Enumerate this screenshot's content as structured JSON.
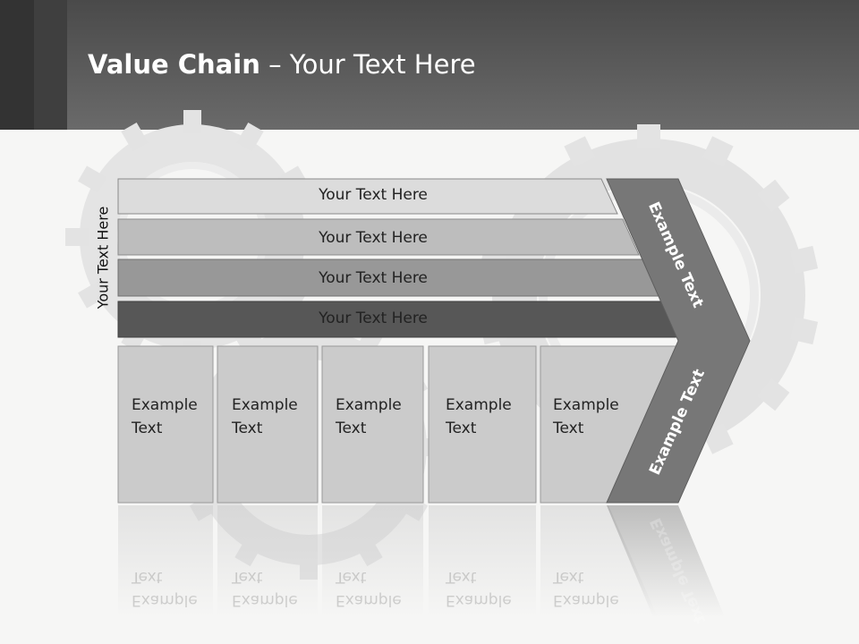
{
  "title": {
    "bold": "Value Chain",
    "rest": " – Your Text Here"
  },
  "side_label": "Your Text Here",
  "bars": [
    {
      "label": "Your Text Here"
    },
    {
      "label": "Your Text Here"
    },
    {
      "label": "Your Text Here"
    },
    {
      "label": "Your Text Here"
    }
  ],
  "boxes": [
    {
      "line1": "Example",
      "line2": "Text"
    },
    {
      "line1": "Example",
      "line2": "Text"
    },
    {
      "line1": "Example",
      "line2": "Text"
    },
    {
      "line1": "Example",
      "line2": "Text"
    },
    {
      "line1": "Example",
      "line2": "Text"
    }
  ],
  "chevron": {
    "upper": "Example Text",
    "lower": "Example Text"
  },
  "colors": {
    "header": "#5a5a5a",
    "bar1": "#dcdcdc",
    "bar2": "#bdbdbd",
    "bar3": "#989898",
    "bar4": "#575757",
    "boxes": "#cbcbcb",
    "chevron": "#777777",
    "gear": "#e2e2e2"
  }
}
